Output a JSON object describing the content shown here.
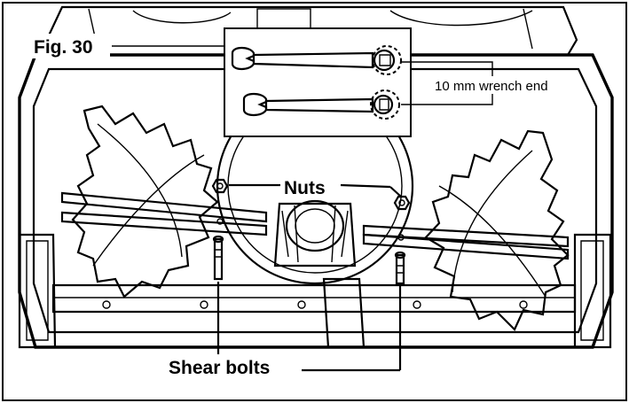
{
  "figure": {
    "title": "Fig. 30",
    "inset_label": "10 mm wrench end",
    "callout_top": "Nuts",
    "callout_bottom": "Shear bolts"
  },
  "colors": {
    "line": "#000000",
    "background": "#ffffff",
    "inset_fill": "#ffffff",
    "metal_fill": "#f2f2f2"
  }
}
